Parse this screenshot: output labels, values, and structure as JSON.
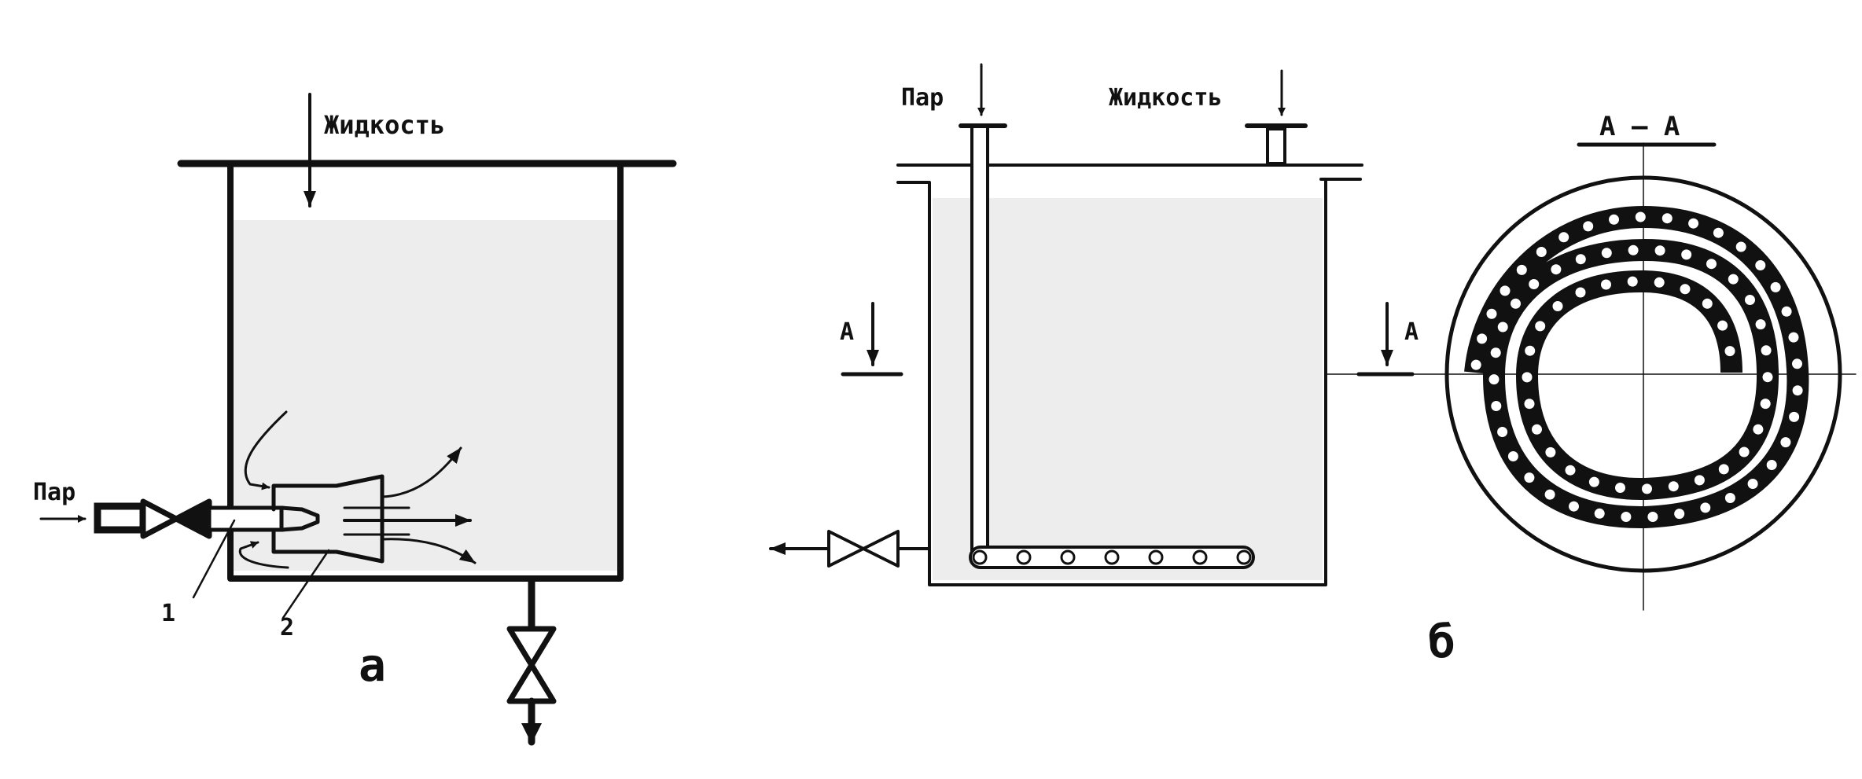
{
  "figure_a": {
    "liquid_label": "Жидкость",
    "steam_label": "Пар",
    "callout_1": "1",
    "callout_2": "2",
    "caption": "а"
  },
  "figure_b": {
    "steam_label": "Пар",
    "liquid_label": "Жидкость",
    "section_mark_left": "А",
    "section_mark_right": "А",
    "section_title": "А – А",
    "caption": "б"
  },
  "colors": {
    "line": "#111111",
    "liquid_fill": "#ededed",
    "background": "#ffffff"
  }
}
